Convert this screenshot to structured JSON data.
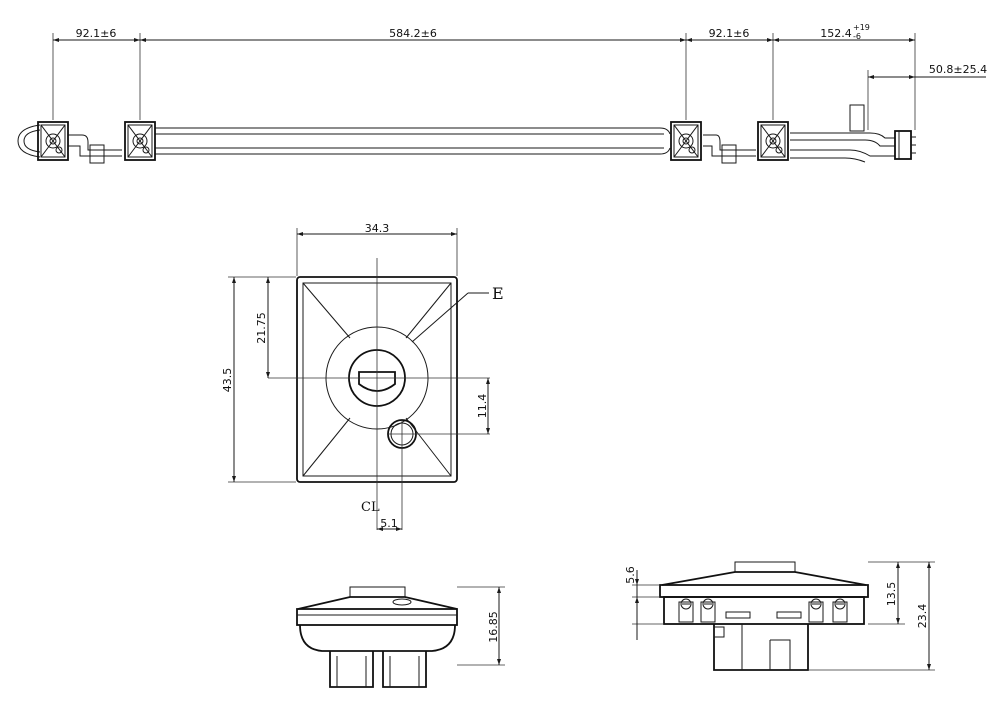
{
  "dimensions": {
    "top": {
      "seg1": "92.1±6",
      "seg2": "584.2±6",
      "seg3": "92.1±6",
      "seg4_base": "152.4",
      "seg4_plus": "+19",
      "seg4_minus": "-6",
      "lead": "50.8±25.4"
    },
    "front": {
      "width": "34.3",
      "height": "43.5",
      "half_height": "21.75",
      "offset_v": "11.4",
      "offset_h": "5.1",
      "label_e": "E",
      "centerline": "CL"
    },
    "side_left": {
      "height": "16.85"
    },
    "side_right": {
      "top_gap": "5.6",
      "body": "13.5",
      "total": "23.4"
    }
  },
  "colors": {
    "line": "#1a1a1a",
    "background": "#ffffff"
  }
}
